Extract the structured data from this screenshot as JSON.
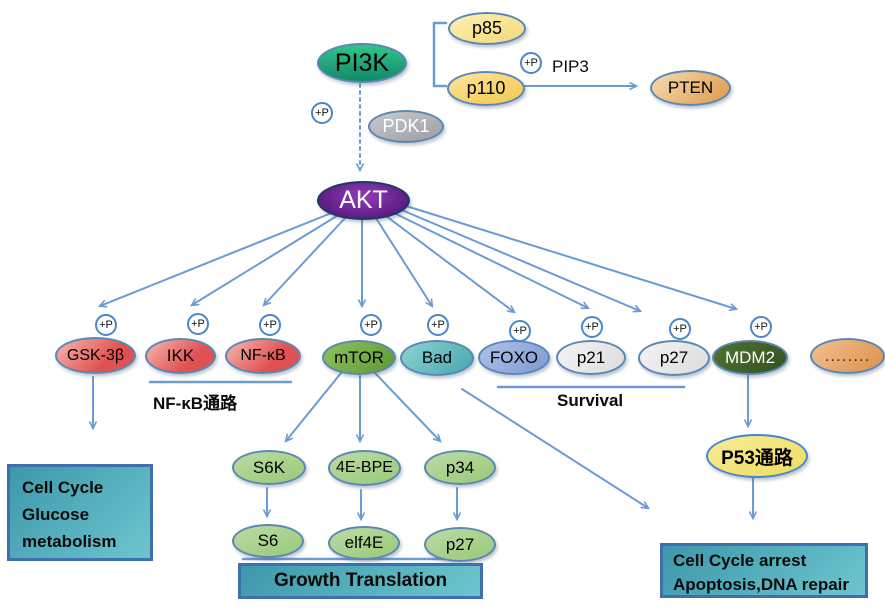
{
  "palette": {
    "arrow": "#6b9bd2",
    "ellipseBorder": "#5b87b5",
    "boxBorder": "#3f6fae",
    "boxFillDark": "#3e98ab",
    "boxFillLight": "#6cc5ce"
  },
  "plus_p": "+P",
  "top": {
    "pi3k": "PI3K",
    "p85": "p85",
    "p110": "p110",
    "pip3": "PIP3",
    "pten": "PTEN",
    "pdk1": "PDK1"
  },
  "akt": {
    "label": "AKT"
  },
  "targets": [
    {
      "label": "GSK-3β"
    },
    {
      "label": "IKK"
    },
    {
      "label": "NF-κB"
    },
    {
      "label": "mTOR"
    },
    {
      "label": "Bad"
    },
    {
      "label": "FOXO"
    },
    {
      "label": "p21"
    },
    {
      "label": "p27"
    },
    {
      "label": "MDM2"
    },
    {
      "label": "........"
    }
  ],
  "pathway_labels": {
    "nfkb": "NF-κB通路",
    "survival": "Survival",
    "p53": "P53通路",
    "growth": "Growth Translation"
  },
  "downstream": {
    "row1": [
      {
        "label": "S6K"
      },
      {
        "label": "4E-BPE"
      },
      {
        "label": "p34"
      }
    ],
    "row2": [
      {
        "label": "S6"
      },
      {
        "label": "elf4E"
      },
      {
        "label": "p27"
      }
    ]
  },
  "outcome_boxes": {
    "left": {
      "lines": [
        "Cell Cycle",
        "Glucose",
        "metabolism"
      ]
    },
    "right": {
      "lines": [
        "Cell Cycle arrest",
        "Apoptosis,DNA repair"
      ]
    }
  }
}
